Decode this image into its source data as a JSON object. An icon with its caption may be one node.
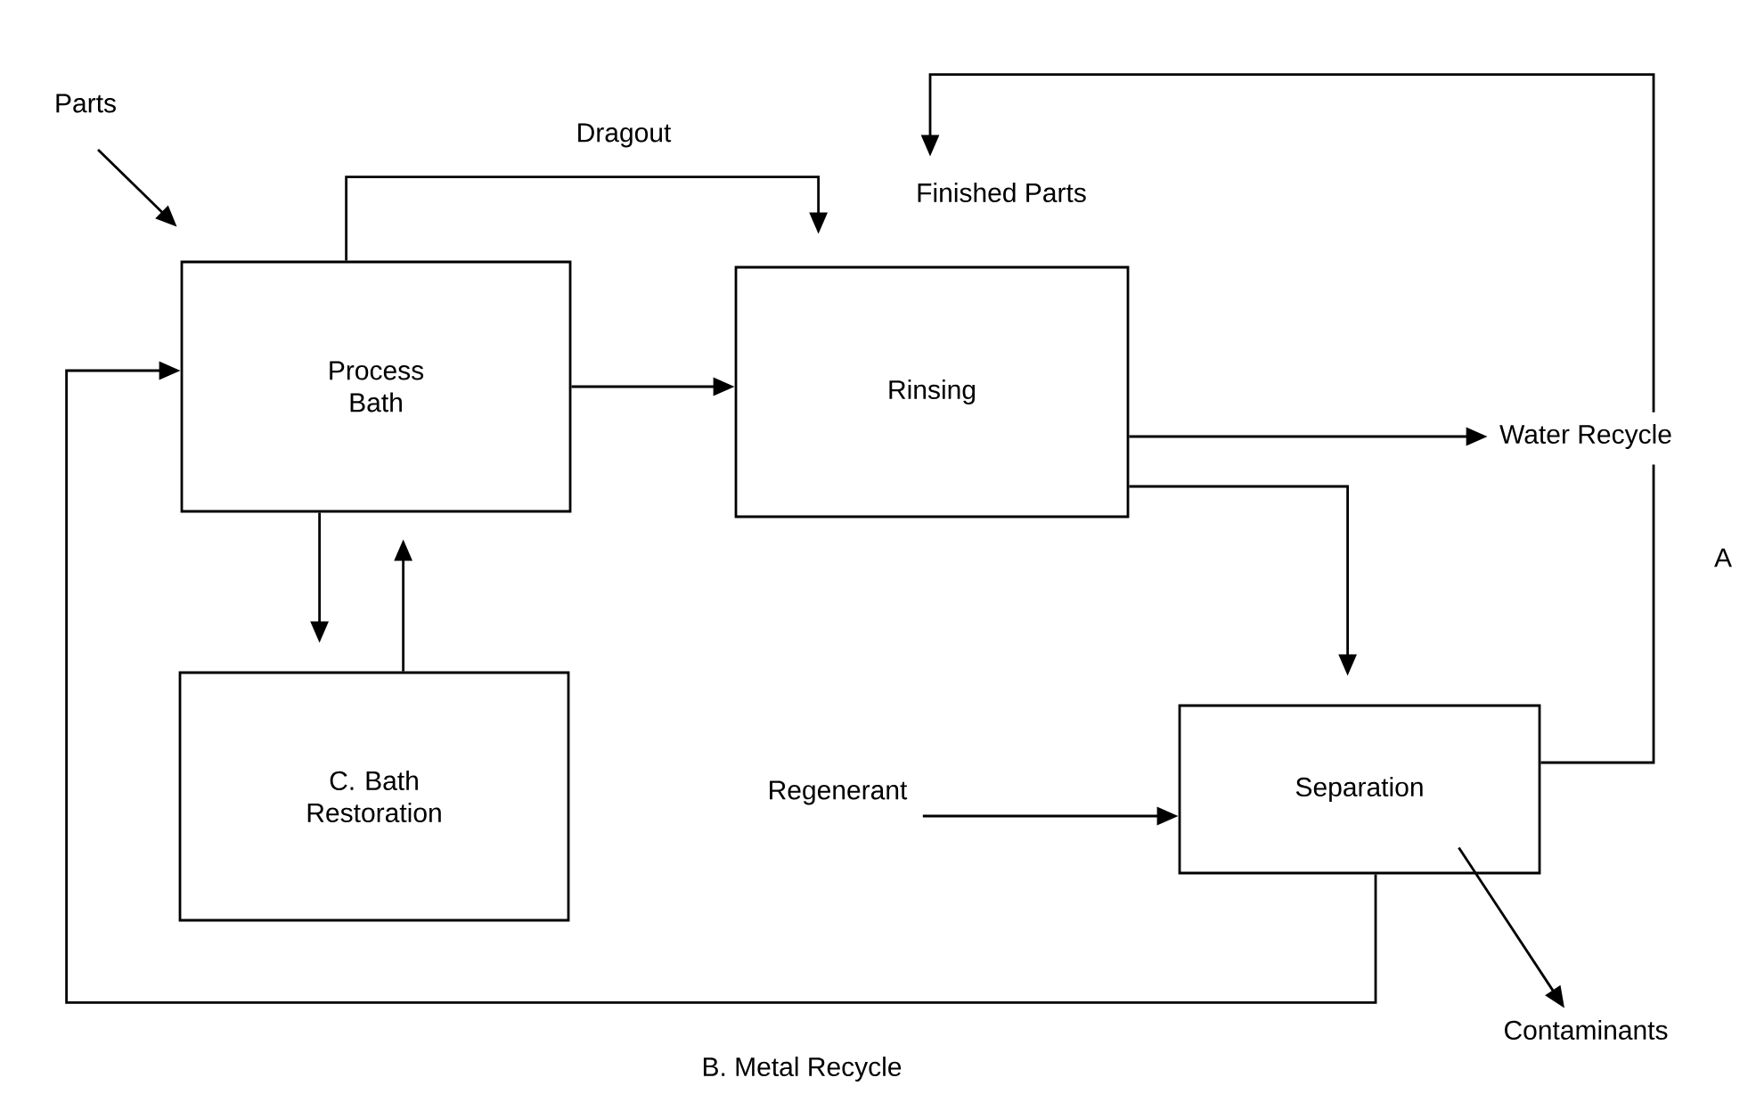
{
  "diagram": {
    "nodes": [
      {
        "text": [
          "Parts"
        ]
      },
      {
        "text": [
          "Finished Parts"
        ]
      },
      {
        "text": [
          "Process Bath"
        ]
      },
      {
        "text": [
          "Rinsing"
        ]
      },
      {
        "text": [
          "Water Recycle"
        ]
      },
      {
        "text": [
          "C. Bath Restoration"
        ]
      },
      {
        "text": [
          "Regenerant"
        ]
      },
      {
        "text": [
          "Separation"
        ]
      },
      {
        "text": [
          "Contaminants"
        ]
      }
    ],
    "edges": [
      {
        "from": 0,
        "to": 2,
        "arrow": "to"
      },
      {
        "from": 2,
        "to": 3,
        "arrow": "to",
        "label": "Dragout"
      },
      {
        "from": 2,
        "to": 3,
        "arrow": "to"
      },
      {
        "from": 2,
        "to": 5,
        "arrow": "to"
      },
      {
        "from": 5,
        "to": 2,
        "arrow": "to"
      },
      {
        "from": 3,
        "to": 4,
        "arrow": "to"
      },
      {
        "from": 3,
        "to": 7,
        "arrow": "to"
      },
      {
        "from": 6,
        "to": 7,
        "arrow": "to"
      },
      {
        "from": 7,
        "to": 4,
        "arrow": "none"
      },
      {
        "from": 4,
        "to": 1,
        "arrow": "to"
      },
      {
        "from": 7,
        "to": 8,
        "arrow": "to"
      },
      {
        "from": 7,
        "to": 2,
        "arrow": "to",
        "label": "B. Metal Recycle"
      }
    ],
    "labels": [
      "A"
    ]
  }
}
